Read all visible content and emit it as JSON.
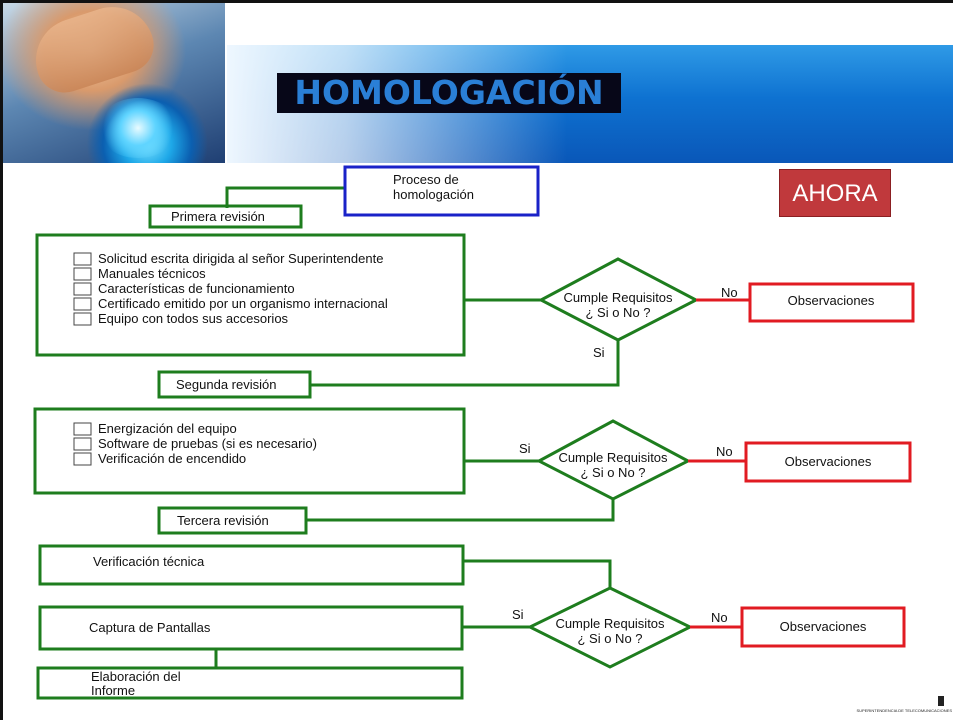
{
  "slide": {
    "title": "HOMOLOGACIÓN",
    "badge": "AHORA"
  },
  "flow": {
    "start": [
      "Proceso de",
      "homologación"
    ],
    "stage1": {
      "label": "Primera revisión",
      "checklist": [
        "Solicitud escrita dirigida al señor Superintendente",
        "Manuales técnicos",
        "Características de funcionamiento",
        "Certificado emitido por un organismo internacional",
        "Equipo con todos sus accesorios"
      ]
    },
    "stage2": {
      "label": "Segunda revisión",
      "checklist": [
        "Energización del equipo",
        "Software de pruebas (si es necesario)",
        "Verificación de encendido"
      ]
    },
    "stage3": {
      "label": "Tercera revisión",
      "steps": [
        "Verificación técnica",
        "Captura de Pantallas"
      ],
      "final": [
        "Elaboración del",
        "Informe"
      ]
    },
    "decision": [
      "Cumple Requisitos",
      "¿ Si o No ?"
    ],
    "observations": "Observaciones",
    "yes": "Si",
    "no": "No"
  },
  "logo": {
    "text": "SUPERINTENDENCIA DE TELECOMUNICACIONES"
  },
  "colors": {
    "green": "#1e7d1e",
    "red": "#e11b22",
    "blue": "#1a22c8",
    "banner_blue": "#0e72d1",
    "badge_red": "#c0393c"
  }
}
